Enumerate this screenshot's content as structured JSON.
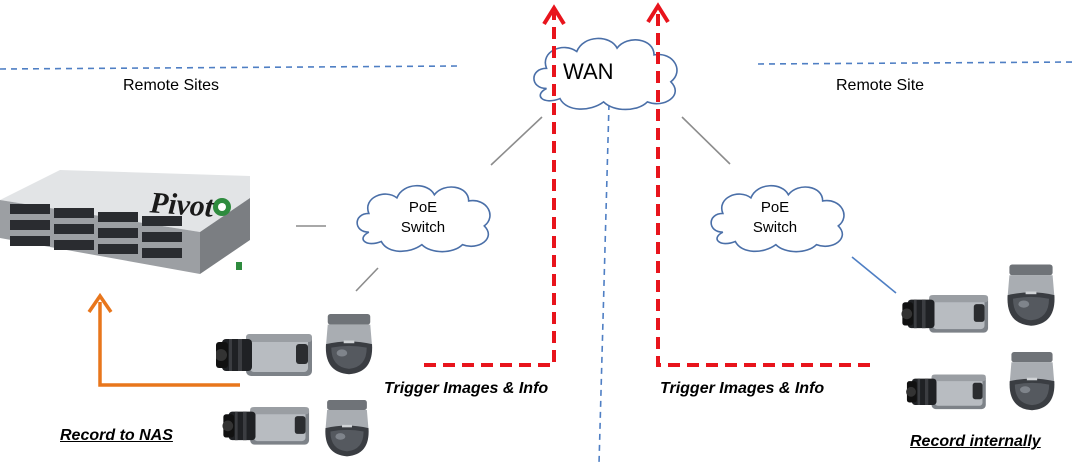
{
  "labels": {
    "remote_sites_left": "Remote Sites",
    "remote_site_right": "Remote Site",
    "wan": "WAN",
    "poe_left_line1": "PoE",
    "poe_left_line2": "Switch",
    "poe_right_line1": "PoE",
    "poe_right_line2": "Switch",
    "trigger_left": "Trigger Images & Info",
    "trigger_right": "Trigger Images & Info",
    "record_nas": "Record  to NAS",
    "record_internally": "Record internally",
    "nas_brand": "Pivot"
  },
  "colors": {
    "divider_blue": "#4f7fc4",
    "connector_gray": "#8c8c8c",
    "trigger_red": "#e8141c",
    "record_orange": "#e8761c",
    "nas_green": "#2e8b3e"
  },
  "icons": {
    "nas_server": "nas-server-icon",
    "box_camera": "box-camera-icon",
    "dome_camera": "dome-camera-icon",
    "cloud": "cloud-icon"
  }
}
